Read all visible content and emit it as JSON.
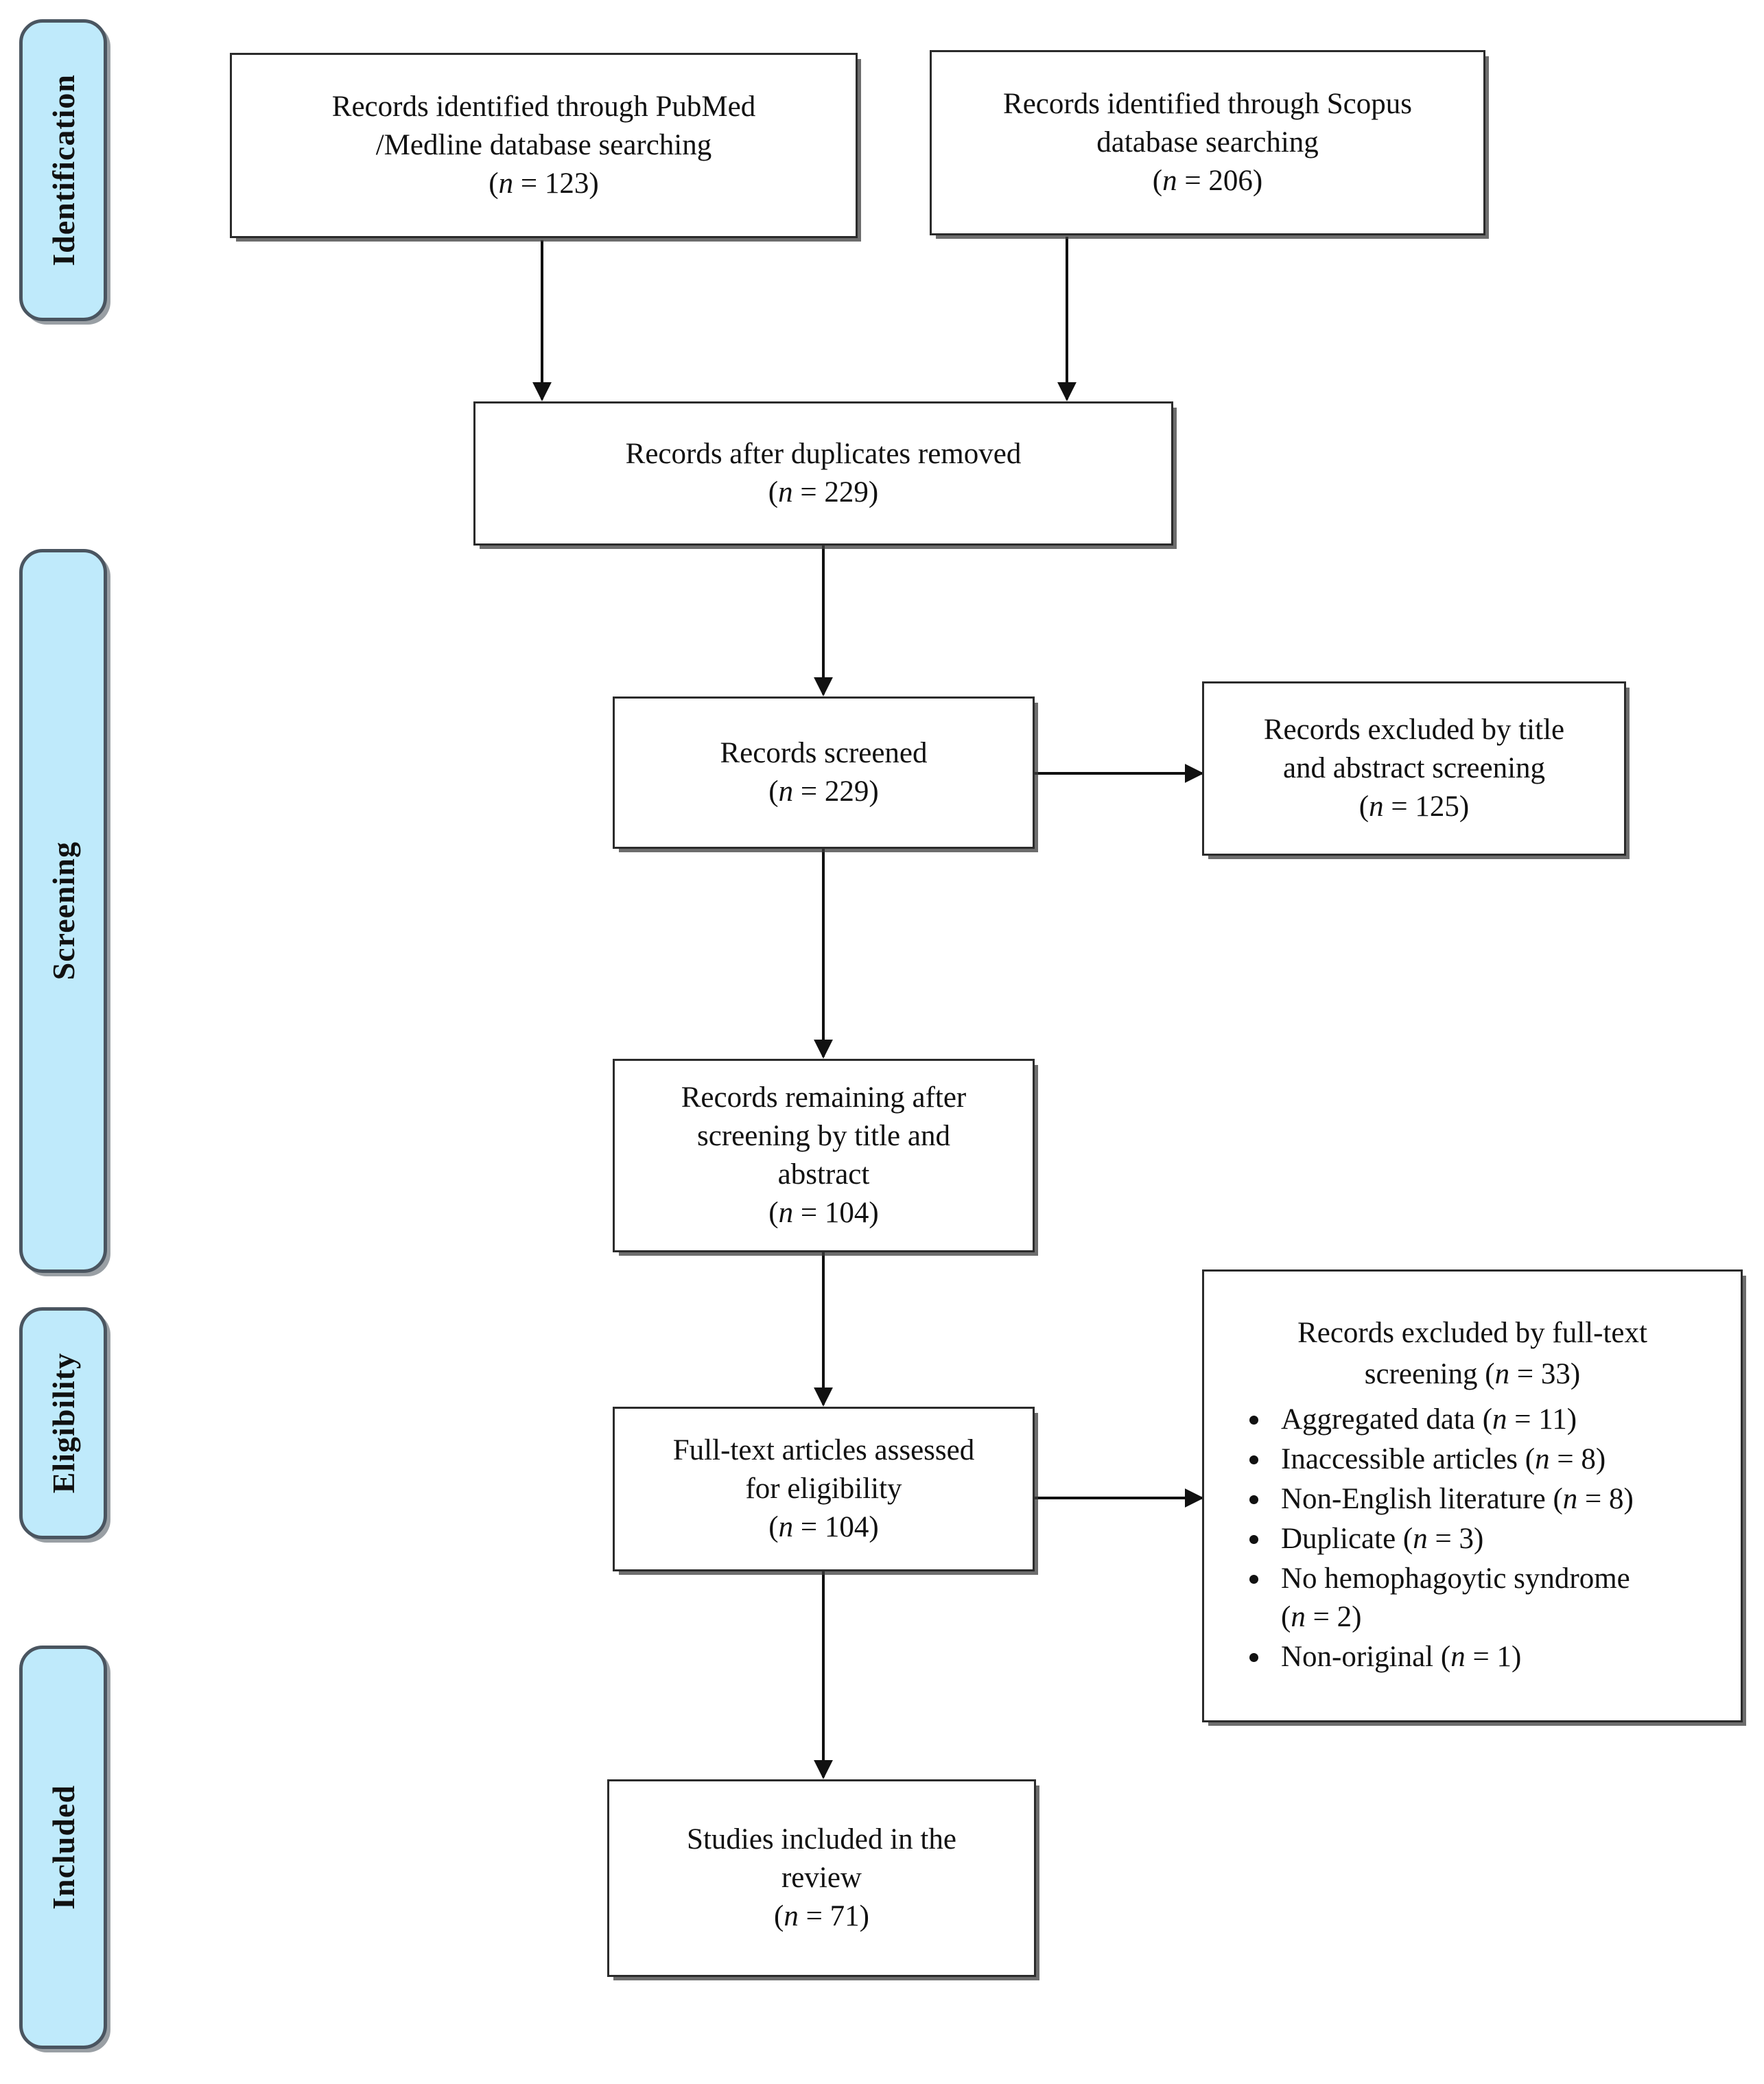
{
  "diagram": {
    "type": "prisma-flow-diagram",
    "accent_color": "#BFEAFB",
    "border_color": "#2b2b2b",
    "stages": [
      {
        "id": "identification",
        "label": "Identification"
      },
      {
        "id": "screening",
        "label": "Screening"
      },
      {
        "id": "eligibility",
        "label": "Eligibility"
      },
      {
        "id": "included",
        "label": "Included"
      }
    ],
    "boxes": {
      "pubmed": {
        "line1": "Records identified through PubMed",
        "line2": "/Medline database searching",
        "count_prefix": "(",
        "count_var": "n",
        "count_eq": " = ",
        "count_value": "123",
        "count_suffix": ")"
      },
      "scopus": {
        "line1": "Records identified through Scopus",
        "line2": "database searching",
        "count_var": "n",
        "count_value": "206"
      },
      "duplicates": {
        "line1": "Records after duplicates removed",
        "count_var": "n",
        "count_value": "229"
      },
      "screened": {
        "line1": "Records screened",
        "count_var": "n",
        "count_value": "229"
      },
      "excluded_title_abstract": {
        "line1": "Records excluded by title",
        "line2": "and abstract screening",
        "count_var": "n",
        "count_value": "125"
      },
      "remaining": {
        "line1": "Records remaining after",
        "line2": "screening by title and",
        "line3": "abstract",
        "count_var": "n",
        "count_value": "104"
      },
      "fulltext": {
        "line1": "Full-text articles assessed",
        "line2": "for eligibility",
        "count_var": "n",
        "count_value": "104"
      },
      "excluded_fulltext": {
        "head_line1": "Records excluded by full-text",
        "head_line2_pre": "screening (",
        "head_var": "n",
        "head_eq": " = ",
        "head_value": "33",
        "head_suffix": ")",
        "reasons": [
          {
            "label": "Aggregated data",
            "var": "n",
            "value": "11"
          },
          {
            "label": "Inaccessible articles",
            "var": "n",
            "value": "8"
          },
          {
            "label": "Non-English literature",
            "var": "n",
            "value": "8"
          },
          {
            "label": "Duplicate",
            "var": "n",
            "value": "3"
          },
          {
            "label": "No hemophagoytic syndrome",
            "var": "n",
            "value": "2",
            "wrap": true
          },
          {
            "label": "Non-original",
            "var": "n",
            "value": "1"
          }
        ]
      },
      "included": {
        "line1": "Studies included in the",
        "line2": "review",
        "count_var": "n",
        "count_value": "71"
      }
    }
  }
}
